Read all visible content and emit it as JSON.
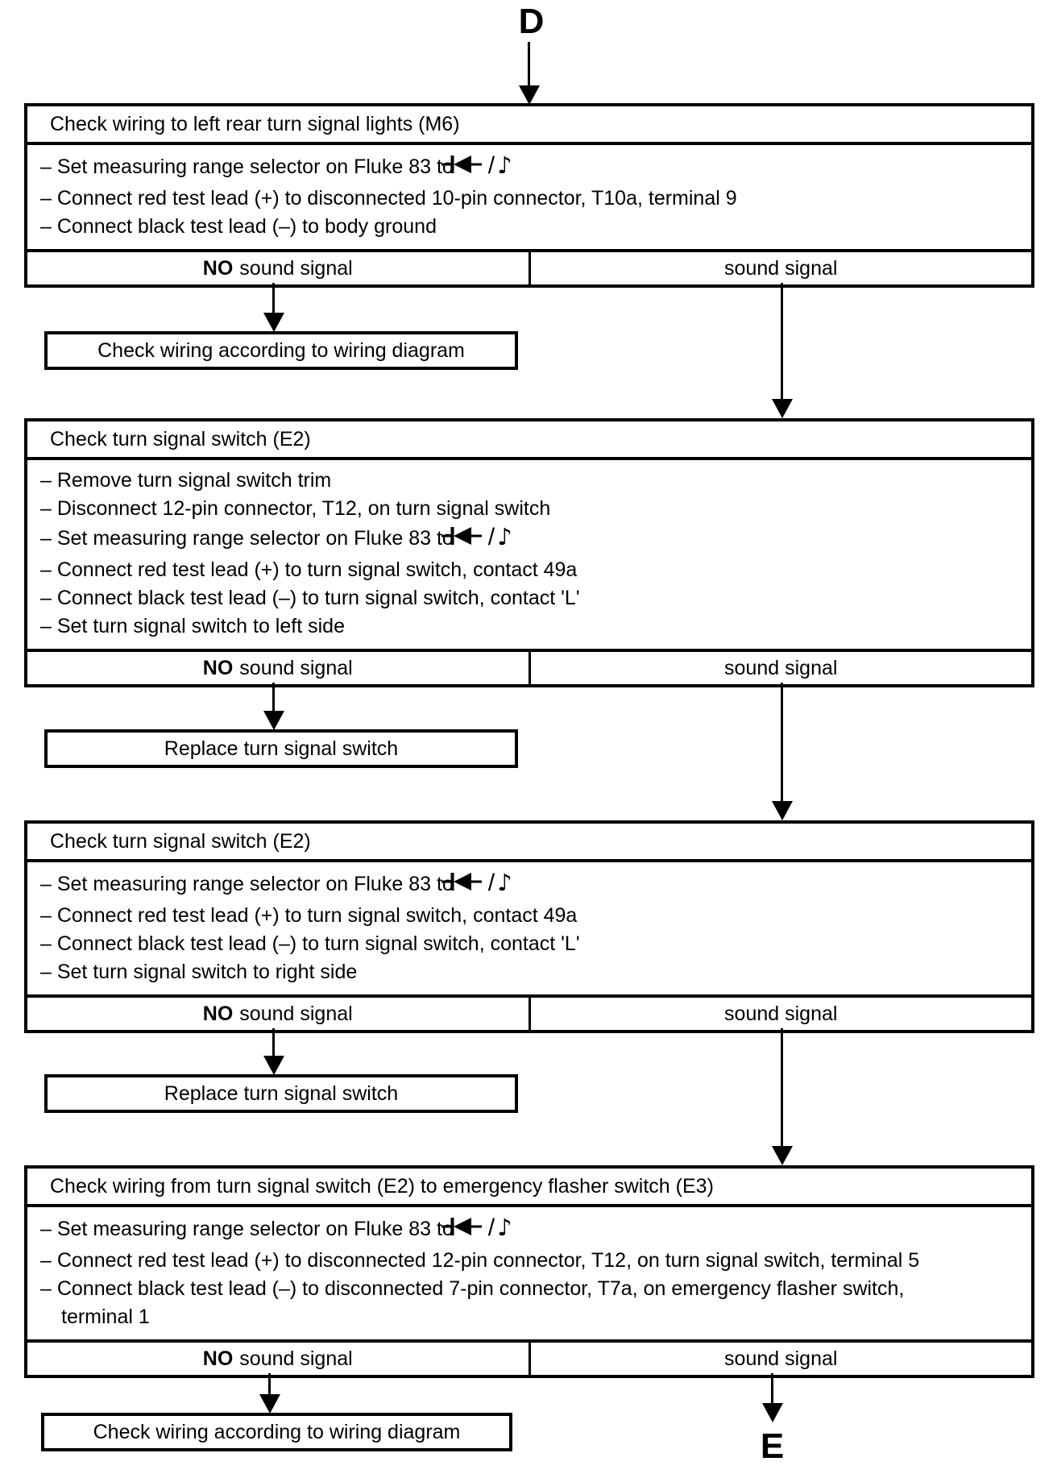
{
  "flowchart": {
    "entry_label": "D",
    "exit_label": "E",
    "icons": {
      "slash": "/",
      "continuity_note": "♪"
    },
    "boxes": [
      {
        "title": "Check wiring to left rear turn signal lights (M6)",
        "steps": [
          {
            "text": "– Set measuring range selector on Fluke 83 to",
            "meter_icon": true
          },
          {
            "text": "– Connect red test lead (+) to disconnected 10-pin connector, T10a, terminal 9"
          },
          {
            "text": "– Connect black test lead (–) to body ground"
          }
        ],
        "no_label_bold": "NO",
        "no_label_rest": "sound signal",
        "yes_label": "sound signal"
      },
      {
        "title": "Check turn signal switch (E2)",
        "steps": [
          {
            "text": "– Remove turn signal switch trim"
          },
          {
            "text": "– Disconnect 12-pin connector, T12, on turn signal switch"
          },
          {
            "text": "– Set measuring range selector on Fluke 83 to",
            "meter_icon": true
          },
          {
            "text": "– Connect red test lead (+) to turn signal switch, contact 49a"
          },
          {
            "text": "– Connect black test lead (–) to turn signal switch, contact 'L'"
          },
          {
            "text": "– Set turn signal switch to left side"
          }
        ],
        "no_label_bold": "NO",
        "no_label_rest": "sound signal",
        "yes_label": "sound signal"
      },
      {
        "title": "Check turn signal switch (E2)",
        "steps": [
          {
            "text": "– Set measuring range selector on Fluke 83 to",
            "meter_icon": true
          },
          {
            "text": "– Connect red test lead (+) to turn signal switch, contact 49a"
          },
          {
            "text": "– Connect black test lead (–) to turn signal switch, contact 'L'"
          },
          {
            "text": "– Set turn signal switch to right side"
          }
        ],
        "no_label_bold": "NO",
        "no_label_rest": "sound signal",
        "yes_label": "sound signal"
      },
      {
        "title": "Check wiring from turn signal switch (E2) to emergency flasher switch (E3)",
        "steps": [
          {
            "text": "– Set measuring range selector on Fluke 83 to",
            "meter_icon": true
          },
          {
            "text": "– Connect red test lead (+) to disconnected 12-pin connector, T12, on turn signal switch, terminal 5"
          },
          {
            "text": "– Connect black test lead (–) to disconnected 7-pin connector, T7a, on emergency flasher switch,",
            "text2": "terminal 1"
          }
        ],
        "no_label_bold": "NO",
        "no_label_rest": "sound signal",
        "yes_label": "sound signal"
      }
    ],
    "outcomes": [
      {
        "label": "Check wiring according to wiring diagram"
      },
      {
        "label": "Replace turn signal switch"
      },
      {
        "label": "Replace turn signal switch"
      },
      {
        "label": "Check wiring according to wiring diagram"
      }
    ]
  }
}
